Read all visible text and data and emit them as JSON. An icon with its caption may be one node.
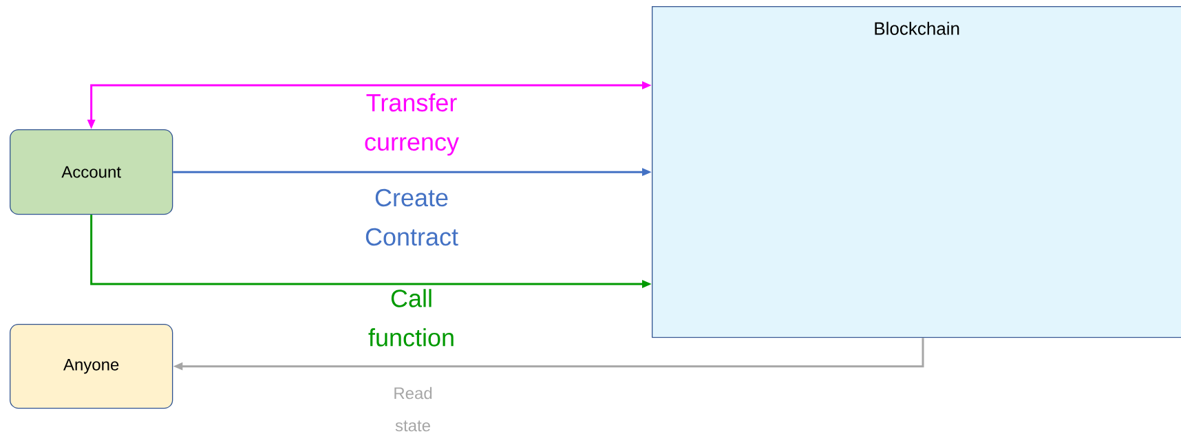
{
  "diagram": {
    "nodes": [
      {
        "text": [
          "Account"
        ]
      },
      {
        "text": [
          "Blockchain"
        ]
      },
      {
        "text": [
          "Anyone"
        ]
      }
    ],
    "edges": [
      {
        "from": 0,
        "to": 1,
        "arrow": "both",
        "label": "Transfer currency",
        "color": "#ff00ff"
      },
      {
        "from": 0,
        "to": 1,
        "arrow": "to",
        "label": "Create Contract",
        "color": "#4472c4"
      },
      {
        "from": 0,
        "to": 1,
        "arrow": "to",
        "label": "Call function",
        "color": "#009900"
      },
      {
        "from": 1,
        "to": 2,
        "arrow": "to",
        "label": "Read state",
        "color": "#a6a6a6"
      }
    ]
  }
}
